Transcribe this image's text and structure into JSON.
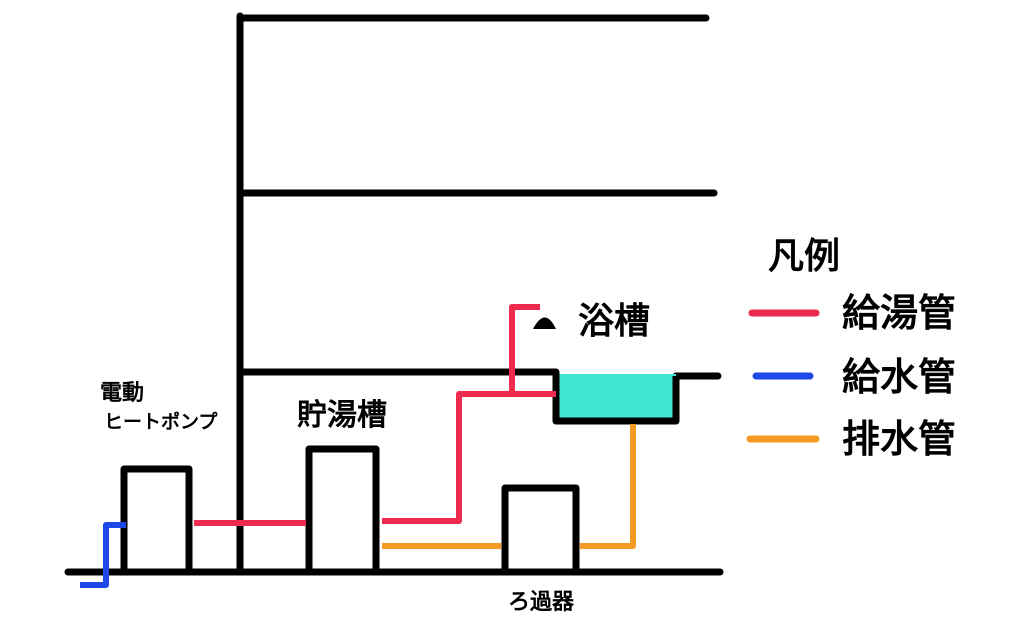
{
  "labels": {
    "heat_pump_line1": "電動",
    "heat_pump_line2": "ヒートポンプ",
    "storage_tank": "貯湯槽",
    "bathtub": "浴槽",
    "filter": "ろ過器"
  },
  "legend": {
    "title": "凡例",
    "items": [
      {
        "label": "給湯管",
        "color": "#ee2a4f"
      },
      {
        "label": "給水管",
        "color": "#1f48e8"
      },
      {
        "label": "排水管",
        "color": "#f59a25"
      }
    ]
  },
  "colors": {
    "structure": "#000000",
    "hot_water": "#ee2a4f",
    "water_supply": "#1f48e8",
    "drain": "#f59a25",
    "bath_water": "#40e8d3"
  }
}
